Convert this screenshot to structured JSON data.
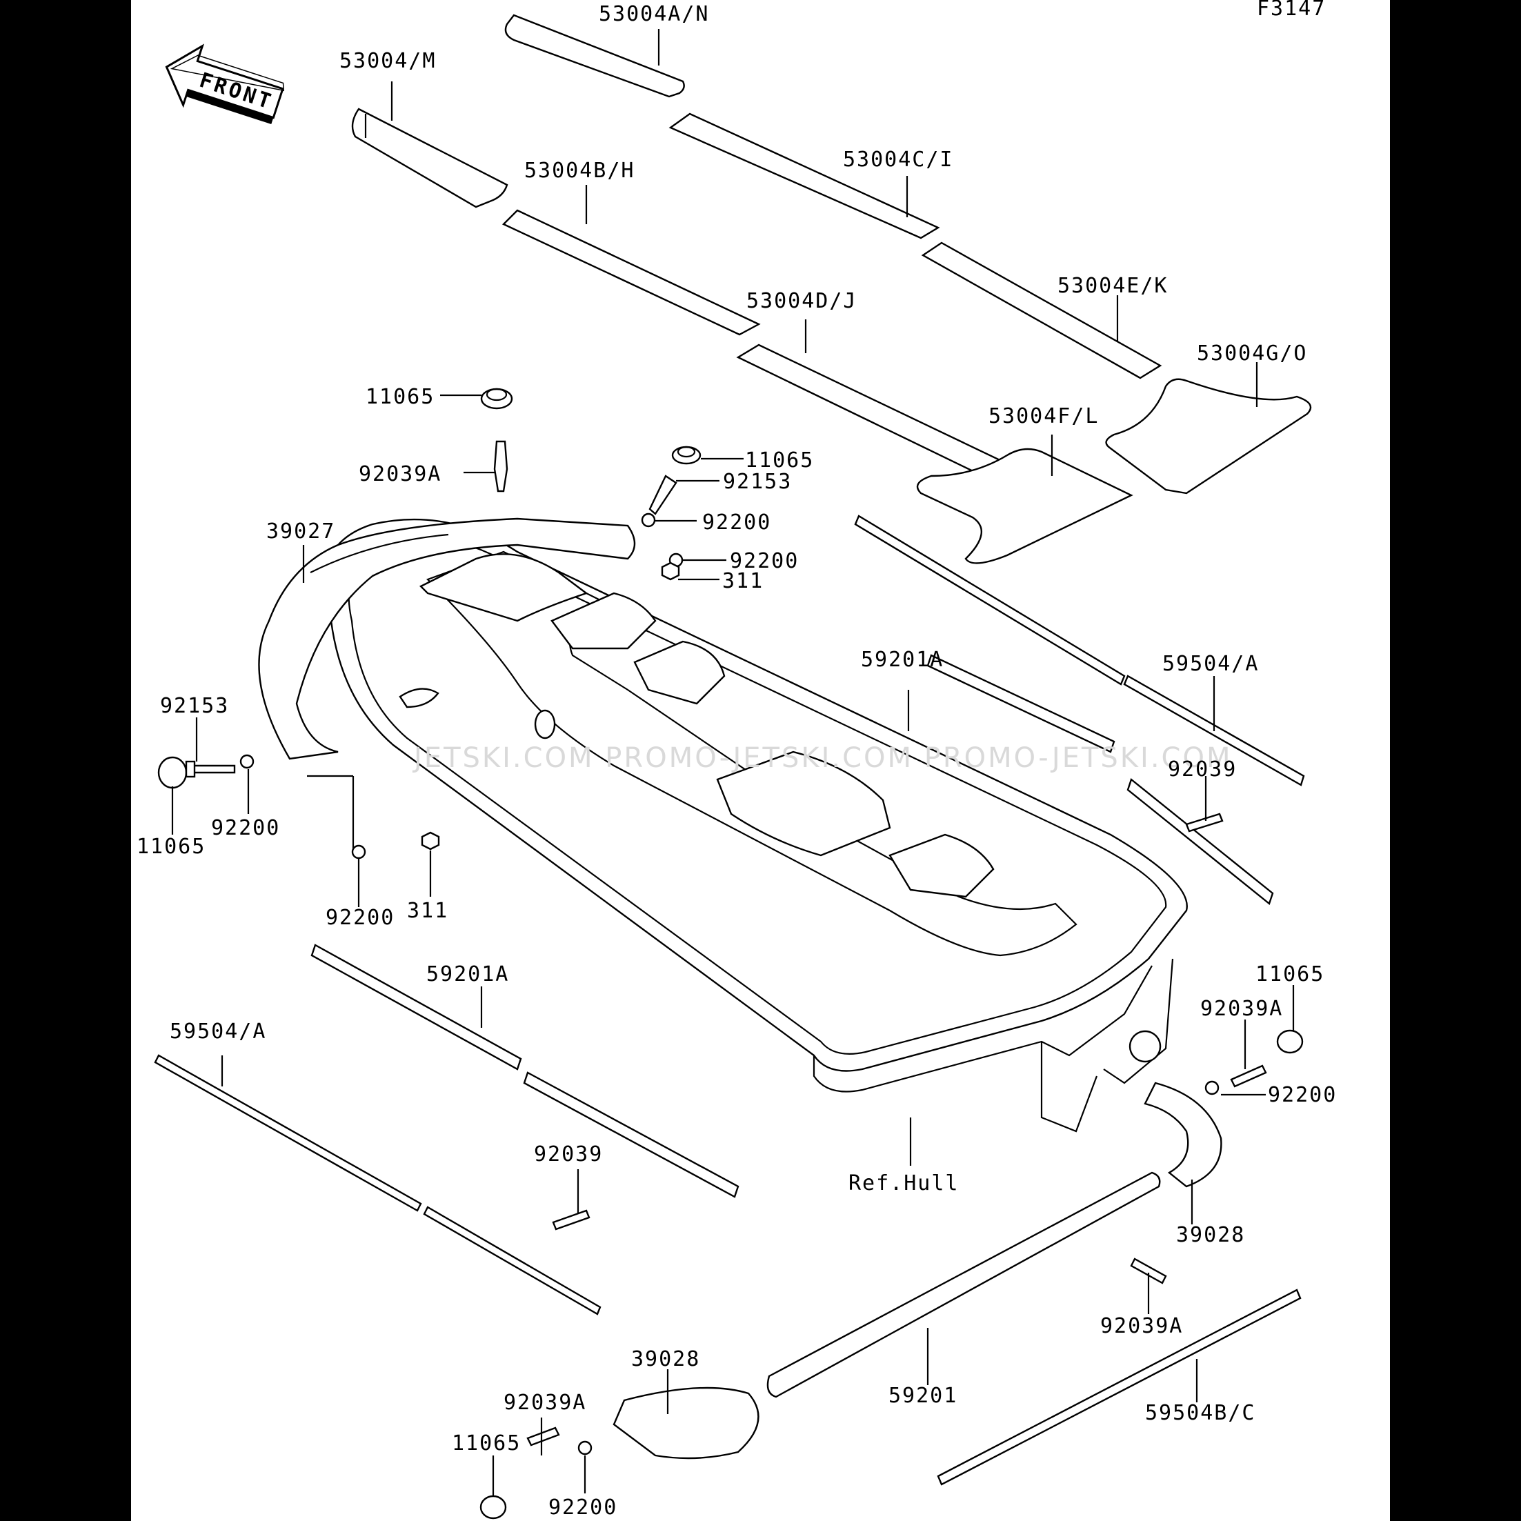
{
  "figure_code": "F3147",
  "front_label": "FRONT",
  "watermark": "JETSKI.COM   PROMO-JETSKI.COM   PROMO-JETSKI.COM",
  "parts": {
    "p53004_a_n": "53004A/N",
    "p53004_m": "53004/M",
    "p53004_b_h": "53004B/H",
    "p53004_c_i": "53004C/I",
    "p53004_d_j": "53004D/J",
    "p53004_e_k": "53004E/K",
    "p53004_g_o": "53004G/O",
    "p53004_f_l": "53004F/L",
    "p11065_top": "11065",
    "p92039a_top": "92039A",
    "p11065_mid": "11065",
    "p92153_mid": "92153",
    "p92200_mid1": "92200",
    "p92200_mid2": "92200",
    "p311_mid": "311",
    "p39027": "39027",
    "p92153_left": "92153",
    "p11065_left": "11065",
    "p92200_left": "92200",
    "p92200_lower": "92200",
    "p311_lower": "311",
    "p59201a_right": "59201A",
    "p59504a_right": "59504/A",
    "p92039_right": "92039",
    "p59201a_left": "59201A",
    "p59504a_left": "59504/A",
    "p92039_left": "92039",
    "p_ref_hull": "Ref.Hull",
    "p11065_right": "11065",
    "p92039a_right": "92039A",
    "p92200_right": "92200",
    "p39028_right": "39028",
    "p92039a_lowright": "92039A",
    "p59201": "59201",
    "p59504b_c": "59504B/C",
    "p39028_bottom": "39028",
    "p92039a_bottom": "92039A",
    "p11065_bottom": "11065",
    "p92200_bottom": "92200"
  }
}
